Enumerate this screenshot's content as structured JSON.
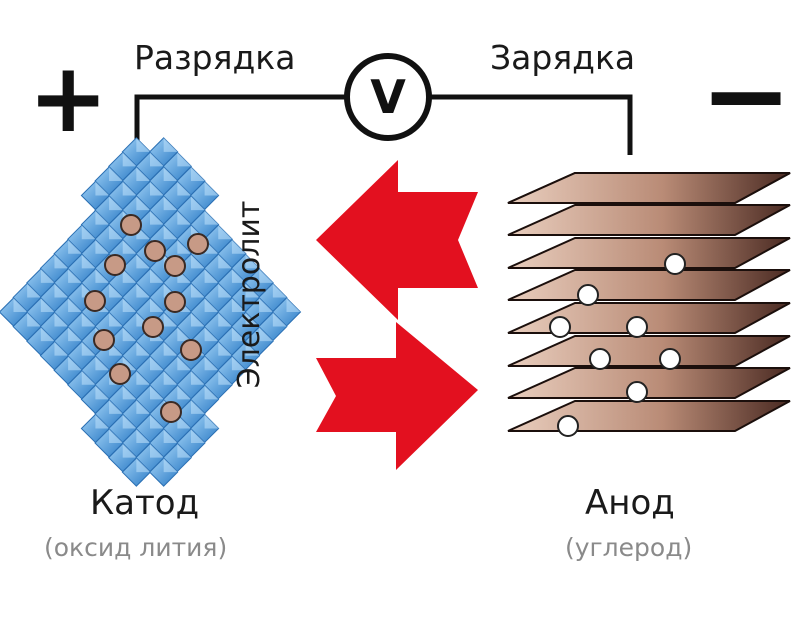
{
  "labels": {
    "plus": "+",
    "minus": "−",
    "discharge": "Разрядка",
    "charge": "Зарядка",
    "voltmeter": "V",
    "electrolyte": "Электролит",
    "cathode_title": "Катод",
    "cathode_subtitle": "(оксид лития)",
    "anode_title": "Анод",
    "anode_subtitle": "(углерод)"
  },
  "colors": {
    "crystal_light": "#8fc3ee",
    "crystal_dark": "#2f7fc9",
    "lithium_ion": "#c79a86",
    "arrow_red": "#e3101f",
    "graphite_light": "#e6c9b8",
    "graphite_dark": "#4a2a22",
    "wire": "#111111"
  },
  "icons": {
    "crystal": "octahedron-icon",
    "ion": "circle-icon",
    "arrow": "block-arrow-icon"
  }
}
